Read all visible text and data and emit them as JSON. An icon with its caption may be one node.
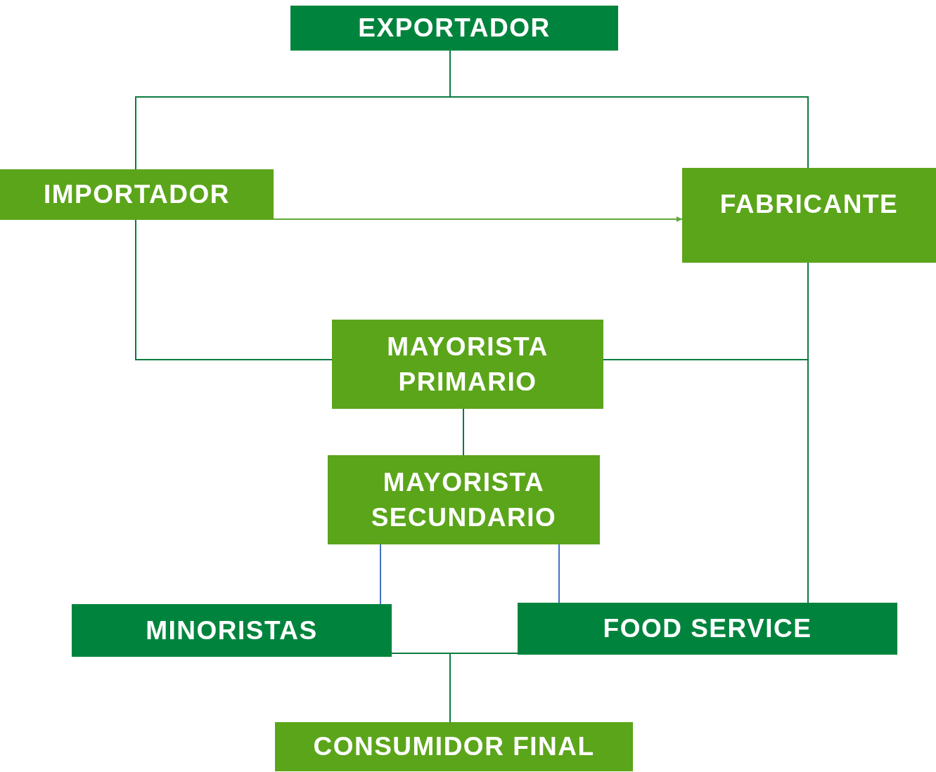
{
  "diagram": {
    "nodes": [
      {
        "text": [
          "EXPORTADOR"
        ]
      },
      {
        "text": [
          "IMPORTADOR"
        ]
      },
      {
        "text": [
          "FABRICANTE"
        ]
      },
      {
        "text": [
          "MAYORISTA PRIMARIO"
        ]
      },
      {
        "text": [
          "MAYORISTA SECUNDARIO"
        ]
      },
      {
        "text": [
          "MINORISTAS"
        ]
      },
      {
        "text": [
          "FOOD SERVICE"
        ]
      },
      {
        "text": [
          "CONSUMIDOR FINAL"
        ]
      }
    ],
    "edges": [
      {
        "from": 0,
        "to": 1,
        "arrow": "none"
      },
      {
        "from": 0,
        "to": 2,
        "arrow": "none"
      },
      {
        "from": 1,
        "to": 2,
        "arrow": "to",
        "color": "#5fa83a"
      },
      {
        "from": 1,
        "to": 3,
        "arrow": "none"
      },
      {
        "from": 2,
        "to": 3,
        "arrow": "none"
      },
      {
        "from": 2,
        "to": 6,
        "arrow": "none"
      },
      {
        "from": 3,
        "to": 4,
        "arrow": "none"
      },
      {
        "from": 4,
        "to": 5,
        "arrow": "none",
        "color": "#4472c4"
      },
      {
        "from": 4,
        "to": 6,
        "arrow": "none",
        "color": "#4472c4"
      },
      {
        "from": 5,
        "to": 7,
        "arrow": "none"
      },
      {
        "from": 6,
        "to": 7,
        "arrow": "none"
      }
    ]
  }
}
